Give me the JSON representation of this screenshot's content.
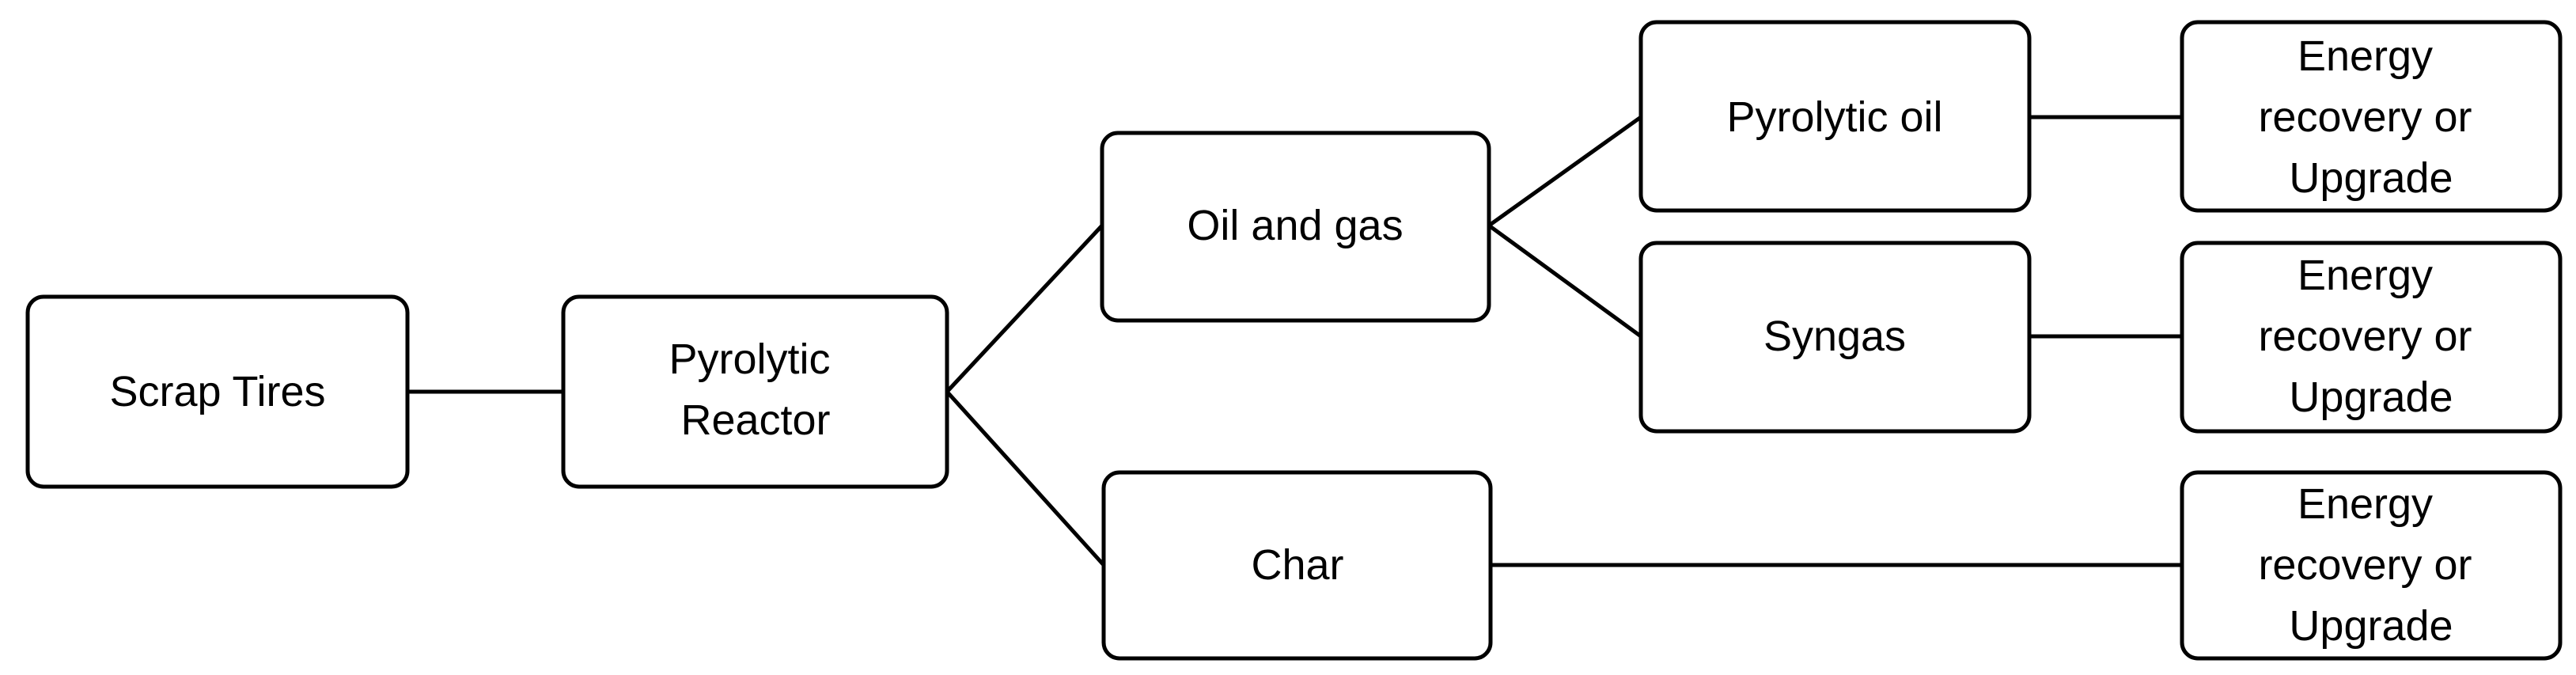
{
  "diagram": {
    "type": "flowchart",
    "nodes": {
      "scrap_tires": [
        "Scrap Tires"
      ],
      "pyrolytic_reactor": [
        "Pyrolytic",
        "Reactor"
      ],
      "oil_and_gas": [
        "Oil and gas"
      ],
      "char": [
        "Char"
      ],
      "pyrolytic_oil": [
        "Pyrolytic oil"
      ],
      "syngas": [
        "Syngas"
      ],
      "energy_recovery_1": [
        "Energy",
        "recovery or",
        "Upgrade"
      ],
      "energy_recovery_2": [
        "Energy",
        "recovery or",
        "Upgrade"
      ],
      "energy_recovery_3": [
        "Energy",
        "recovery or",
        "Upgrade"
      ]
    },
    "edges": [
      [
        "scrap_tires",
        "pyrolytic_reactor"
      ],
      [
        "pyrolytic_reactor",
        "oil_and_gas"
      ],
      [
        "pyrolytic_reactor",
        "char"
      ],
      [
        "oil_and_gas",
        "pyrolytic_oil"
      ],
      [
        "oil_and_gas",
        "syngas"
      ],
      [
        "pyrolytic_oil",
        "energy_recovery_1"
      ],
      [
        "syngas",
        "energy_recovery_2"
      ],
      [
        "char",
        "energy_recovery_3"
      ]
    ]
  }
}
